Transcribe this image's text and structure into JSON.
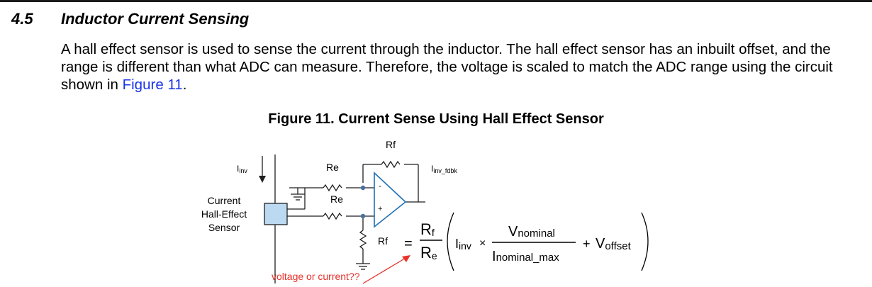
{
  "section": {
    "number": "4.5",
    "title": "Inductor Current Sensing"
  },
  "paragraph": {
    "text_before": "A hall effect sensor is used to sense the current through the inductor. The hall effect sensor has an inbuilt offset, and the range is different than what ADC can measure. Therefore, the voltage is scaled to match the ADC range using the circuit shown in ",
    "link": "Figure 11",
    "text_after": "."
  },
  "figure": {
    "caption": "Figure 11. Current Sense Using Hall Effect Sensor",
    "labels": {
      "rf_top": "Rf",
      "iinv": "I",
      "iinv_sub": "inv",
      "iinv_fdbk": "I",
      "iinv_fdbk_sub": "inv_fdbk",
      "re_top": "Re",
      "re_bottom": "Re",
      "sensor_line1": "Current",
      "sensor_line2": "Hall-Effect",
      "sensor_line3": "Sensor",
      "rf_bottom": "Rf",
      "opamp_minus": "-",
      "opamp_plus": "+"
    },
    "annotation": {
      "text": "voltage or current??",
      "color": "#e8312a"
    },
    "equation": {
      "equals": "=",
      "rf_num": "R",
      "rf_num_sub": "f",
      "re_den": "R",
      "re_den_sub": "e",
      "i_inv": "I",
      "i_inv_sub": "inv",
      "times": "×",
      "v_nom": "V",
      "v_nom_sub": "nominal",
      "i_nom": "I",
      "i_nom_sub": "nominal_max",
      "plus": "+",
      "v_off": "V",
      "v_off_sub": "offset"
    },
    "colors": {
      "opamp": "#1f6fb5",
      "sensor_fill": "#bcd9f2",
      "sensor_stroke": "#1f1f1f",
      "wire": "#1f1f1f",
      "node": "#4a6fa0"
    }
  }
}
